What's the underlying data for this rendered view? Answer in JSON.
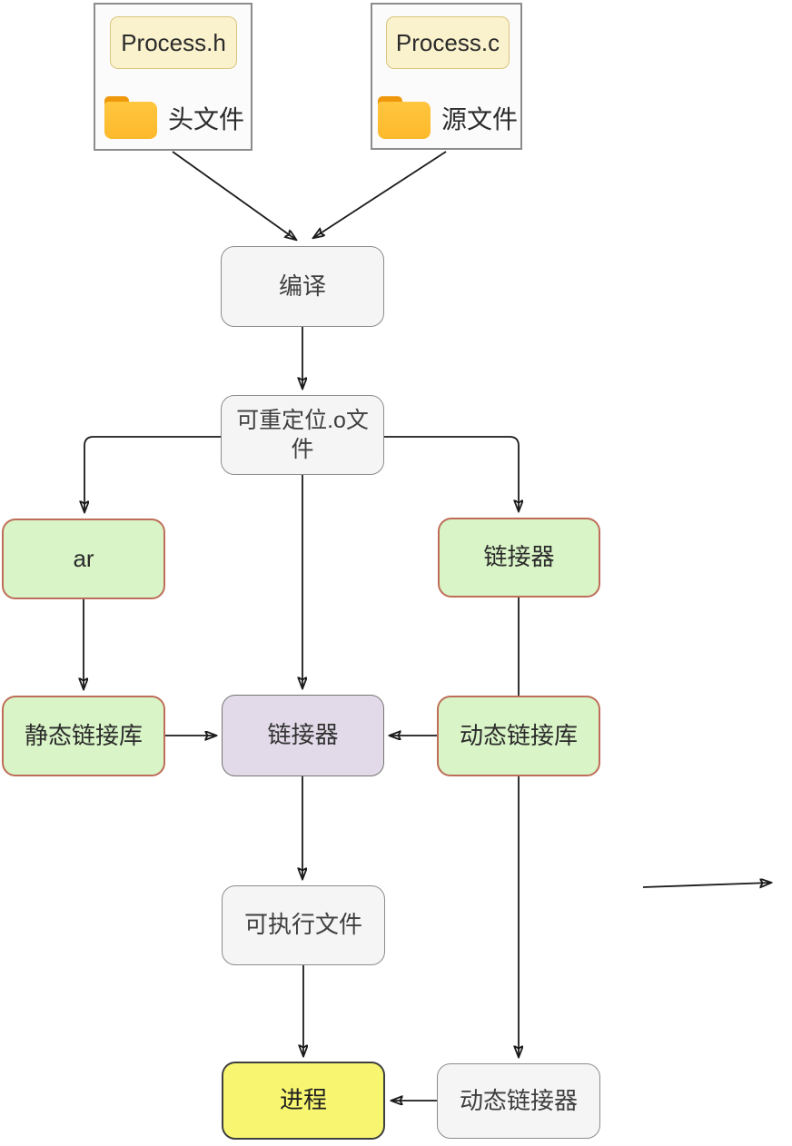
{
  "diagram": {
    "description": "Flowchart of C program compilation and linking: header/source files are compiled into relocatable .o files, then linked (statically via ar into static libraries, or dynamically via dynamic libraries and the dynamic linker) to produce an executable and finally a process.",
    "containers": [
      {
        "id": "header-file-group",
        "file_label": "Process.h",
        "folder_label": "头文件",
        "folder_icon": "folder-icon"
      },
      {
        "id": "source-file-group",
        "file_label": "Process.c",
        "folder_label": "源文件",
        "folder_icon": "folder-icon"
      }
    ],
    "nodes": [
      {
        "id": "compile",
        "label": "编译",
        "style": "gray"
      },
      {
        "id": "relocatable",
        "label": "可重定位.o文件",
        "style": "gray"
      },
      {
        "id": "ar",
        "label": "ar",
        "style": "green"
      },
      {
        "id": "linker-top",
        "label": "链接器",
        "style": "green"
      },
      {
        "id": "static-lib",
        "label": "静态链接库",
        "style": "green"
      },
      {
        "id": "linker-mid",
        "label": "链接器",
        "style": "purple"
      },
      {
        "id": "dynamic-lib",
        "label": "动态链接库",
        "style": "green"
      },
      {
        "id": "executable",
        "label": "可执行文件",
        "style": "gray"
      },
      {
        "id": "process",
        "label": "进程",
        "style": "yellow"
      },
      {
        "id": "dynamic-linker",
        "label": "动态链接器",
        "style": "gray"
      }
    ],
    "edges": [
      {
        "from": "header-file-group",
        "to": "compile",
        "arrow": true
      },
      {
        "from": "source-file-group",
        "to": "compile",
        "arrow": true
      },
      {
        "from": "compile",
        "to": "relocatable",
        "arrow": true
      },
      {
        "from": "relocatable",
        "to": "ar",
        "arrow": true
      },
      {
        "from": "relocatable",
        "to": "linker-top",
        "arrow": true
      },
      {
        "from": "relocatable",
        "to": "linker-mid",
        "arrow": true
      },
      {
        "from": "ar",
        "to": "static-lib",
        "arrow": true
      },
      {
        "from": "static-lib",
        "to": "linker-mid",
        "arrow": true
      },
      {
        "from": "linker-top",
        "to": "dynamic-lib",
        "arrow": false
      },
      {
        "from": "dynamic-lib",
        "to": "linker-mid",
        "arrow": true
      },
      {
        "from": "linker-mid",
        "to": "executable",
        "arrow": true
      },
      {
        "from": "executable",
        "to": "process",
        "arrow": true
      },
      {
        "from": "dynamic-lib",
        "to": "dynamic-linker",
        "arrow": true
      },
      {
        "from": "dynamic-linker",
        "to": "process",
        "arrow": true
      },
      {
        "from": "(free)",
        "to": "(right)",
        "arrow": true
      }
    ],
    "colors": {
      "gray_fill": "#F5F5F5",
      "gray_border": "#8C8C8C",
      "green_fill": "#D9F4C7",
      "green_border": "#BE6E58",
      "purple_fill": "#E2DAE8",
      "purple_border": "#757575",
      "yellow_fill": "#F8F671",
      "yellow_border": "#3F3F3F",
      "file_pill_fill": "#FAF1CD",
      "file_pill_border": "#D9C57E",
      "container_fill": "#FBFBFB",
      "container_border": "#8C8C8C",
      "folder_body": "#FFC13A",
      "folder_tab": "#F0980C",
      "edge_stroke": "#1A1A1A"
    }
  }
}
